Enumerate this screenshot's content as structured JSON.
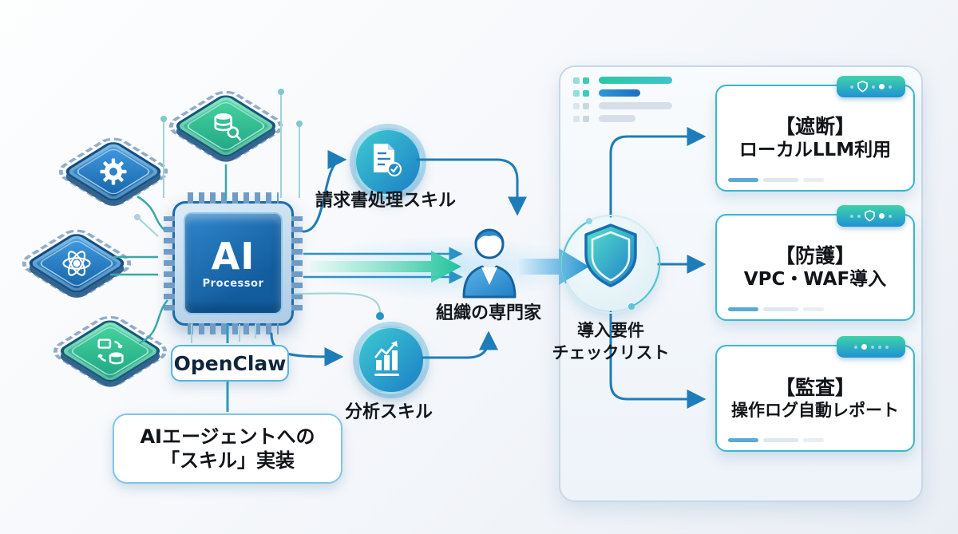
{
  "left_section": {
    "chip": {
      "label": "AI",
      "sublabel": "Processor"
    },
    "satellite_chips": [
      {
        "icon": "database-search-icon",
        "color": "green"
      },
      {
        "icon": "gear-icon",
        "color": "blue"
      },
      {
        "icon": "atom-icon",
        "color": "blue"
      },
      {
        "icon": "data-sync-icon",
        "color": "green"
      }
    ],
    "openclaw_label": "OpenClaw",
    "caption": {
      "line1": "AIエージェントへの",
      "line2": "「スキル」実装"
    }
  },
  "skills": {
    "invoice": {
      "label": "請求書処理スキル",
      "icon": "invoice-check-icon"
    },
    "analysis": {
      "label": "分析スキル",
      "icon": "bar-chart-icon"
    }
  },
  "expert": {
    "label": "組織の専門家",
    "icon": "person-icon"
  },
  "security_panel": {
    "checklist_icon": "shield-icon",
    "checklist_label": {
      "line1": "導入要件",
      "line2": "チェックリスト"
    },
    "cards": [
      {
        "tag": "【遮断】",
        "title": "ローカルLLM利用",
        "badge_icon": "shield-icon"
      },
      {
        "tag": "【防護】",
        "title": "VPC・WAF導入",
        "badge_icon": "shield-icon"
      },
      {
        "tag": "【監査】",
        "title": "操作ログ自動レポート",
        "badge_icon": "dots-icon"
      }
    ]
  },
  "colors": {
    "teal_accent": "#2fc4a8",
    "blue_line": "#1e7db8",
    "chip_blue": "#1f6fb4",
    "chip_green": "#2bb389",
    "card_border": "#3ab7cd",
    "badge_gradient_start": "#3fd3a8",
    "badge_gradient_end": "#1f92d4"
  }
}
